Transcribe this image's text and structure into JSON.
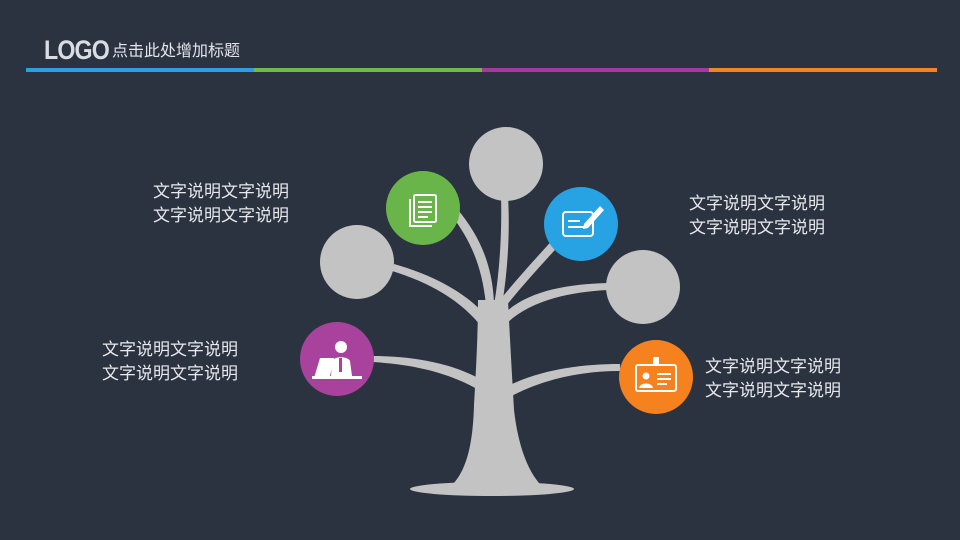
{
  "header": {
    "logo": "LOGO",
    "title": "点击此处增加标题"
  },
  "colors": {
    "background": "#2b3240",
    "bar_blue": "#2a9fe3",
    "bar_green": "#72b84a",
    "bar_purple": "#a6399b",
    "bar_orange": "#f28423",
    "tree_gray": "#c3c3c3",
    "icon_green": "#6ab54a",
    "icon_blue": "#27a2e3",
    "icon_purple": "#a8429c",
    "icon_orange": "#f5821f"
  },
  "icons": {
    "green": "document-stack-icon",
    "blue": "edit-note-icon",
    "purple": "presenter-laptop-icon",
    "orange": "id-badge-icon"
  },
  "labels": {
    "top_left": {
      "line1": "文字说明文字说明",
      "line2": "文字说明文字说明"
    },
    "top_right": {
      "line1": "文字说明文字说明",
      "line2": "文字说明文字说明"
    },
    "bottom_left": {
      "line1": "文字说明文字说明",
      "line2": "文字说明文字说明"
    },
    "bottom_right": {
      "line1": "文字说明文字说明",
      "line2": "文字说明文字说明"
    }
  }
}
